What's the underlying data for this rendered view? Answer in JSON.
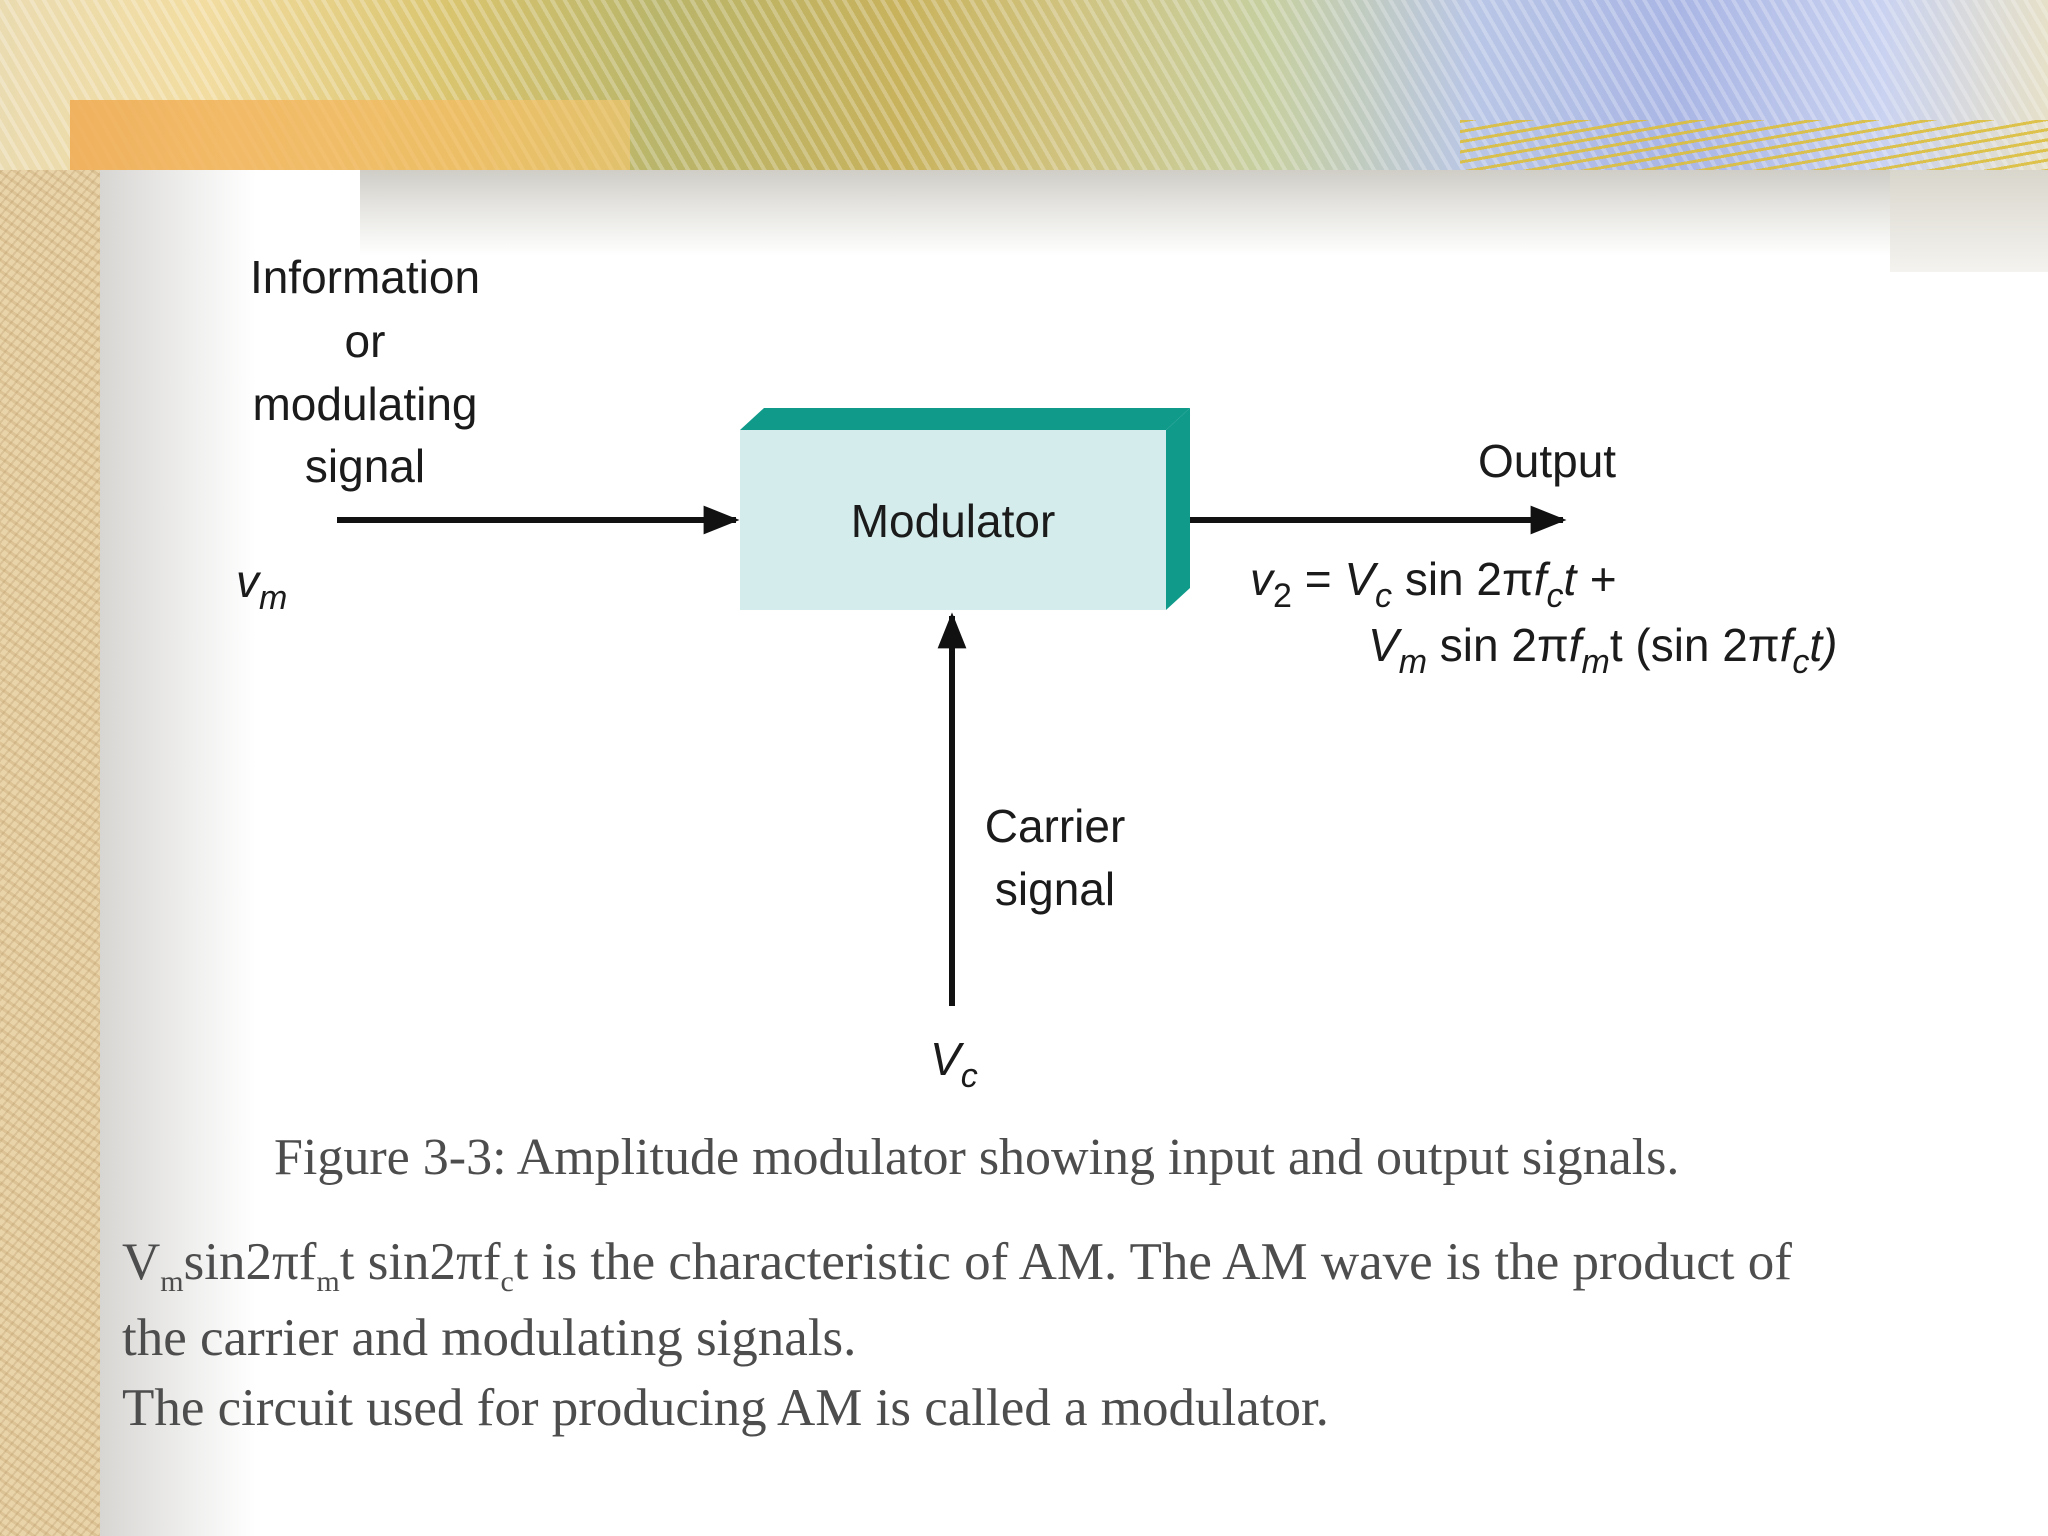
{
  "diagram": {
    "input_label": [
      "Information",
      "or",
      "modulating",
      "signal"
    ],
    "input_symbol": "v",
    "input_symbol_sub": "m",
    "block_label": "Modulator",
    "output_label": "Output",
    "equation_line1": {
      "v": "v",
      "v_sub": "2",
      "eq": " = ",
      "V": "V",
      "V_sub": "c",
      "sin": " sin 2π",
      "f": "f",
      "f_sub": "c",
      "tail": "t +"
    },
    "equation_line2": {
      "V": "V",
      "V_sub": "m",
      "sin": " sin 2π",
      "f": "f",
      "f_sub": "m",
      "mid": "t (sin 2π",
      "f2": "f",
      "f2_sub": "c",
      "tail": "t)"
    },
    "carrier_label": [
      "Carrier",
      "signal"
    ],
    "carrier_symbol": "V",
    "carrier_symbol_sub": "c",
    "colors": {
      "block_face": "#d4ecec",
      "block_edge": "#0f9a8a",
      "line": "#111111"
    }
  },
  "caption": "Figure 3-3: Amplitude modulator showing input and output signals.",
  "body": {
    "line1": {
      "p1": "V",
      "s1": "m",
      "p2": "sin2πf",
      "s2": "m",
      "p3": "t sin2πf",
      "s3": "c",
      "p4": "t is the characteristic of AM. The AM wave is the product of"
    },
    "line2": "the carrier and modulating signals.",
    "line3": "The circuit used for producing AM is called a modulator."
  }
}
